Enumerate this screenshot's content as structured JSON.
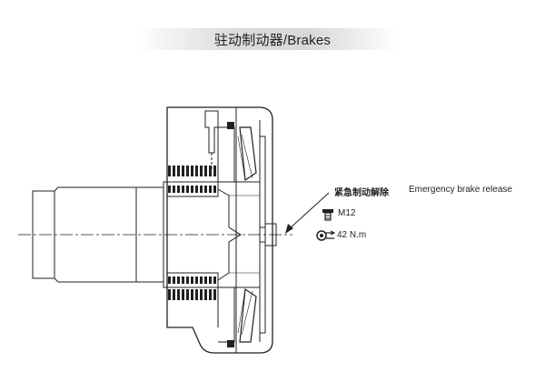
{
  "header": {
    "title": "驻动制动器/Brakes"
  },
  "annotations": {
    "release_cn": "紧急制动解除",
    "release_en": "Emergency brake release",
    "bolt_spec": "M12",
    "torque_spec": "42 N.m"
  },
  "icons": {
    "bolt": "bolt-icon",
    "torque": "torque-wrench-icon"
  },
  "colors": {
    "line": "#231f20",
    "title_band": "#d9d9d9"
  }
}
